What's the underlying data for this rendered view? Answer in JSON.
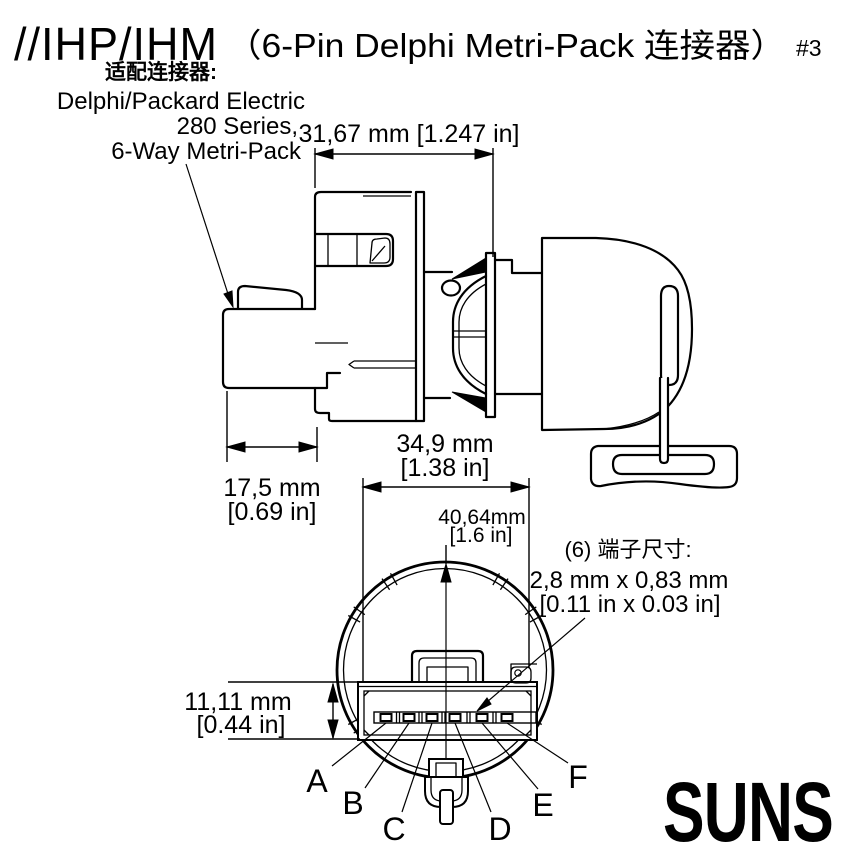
{
  "title": {
    "model": "//IHP/IHM",
    "connector": "（6-Pin Delphi Metri-Pack 连接器）",
    "page": "#3"
  },
  "mating": {
    "heading": "适配连接器:",
    "lines": [
      "Delphi/Packard Electric",
      "280 Series,",
      "6-Way Metri-Pack"
    ]
  },
  "dims": {
    "connector_width": "31,67 mm [1.247 in]",
    "pocket_depth_mm": "17,5 mm",
    "pocket_depth_in": "[0.69 in]",
    "body_width_mm": "34,9 mm",
    "body_width_in": "[1.38 in]",
    "overall_height_mm": "40,64mm",
    "overall_height_in": "[1.6 in]",
    "housing_height_mm": "11,11 mm",
    "housing_height_in": "[0.44 in]"
  },
  "terminal": {
    "heading": "(6) 端子尺寸:",
    "size_mm": "2,8 mm x 0,83 mm",
    "size_in": "[0.11 in x 0.03 in]"
  },
  "pins": [
    "A",
    "B",
    "C",
    "D",
    "E",
    "F"
  ],
  "brand": {
    "logo": "SUNS"
  }
}
